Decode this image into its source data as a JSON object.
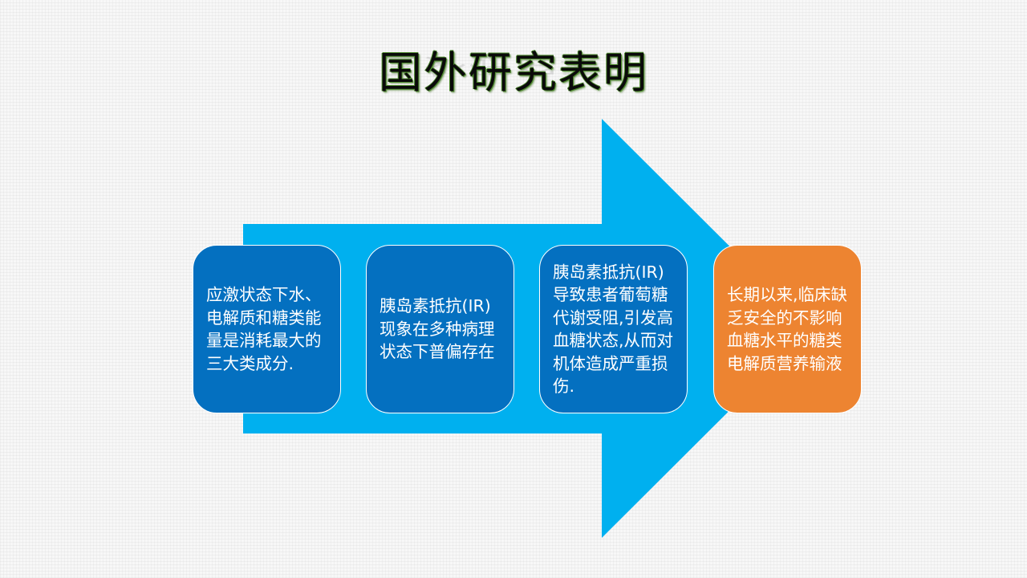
{
  "title": "国外研究表明",
  "colors": {
    "arrow": "#00b0ef",
    "box_blue": "#0470c0",
    "box_orange": "#ed8431",
    "title_glow": "#4e8a2e"
  },
  "diagram": {
    "type": "process-arrow",
    "steps": [
      {
        "text": "应激状态下水、电解质和糖类能量是消耗最大的三大类成分.",
        "color": "blue"
      },
      {
        "text": "胰岛素抵抗(IR)现象在多种病理状态下普偏存在",
        "color": "blue"
      },
      {
        "text": "胰岛素抵抗(IR)导致患者葡萄糖代谢受阻,引发高血糖状态,从而对机体造成严重损伤.",
        "color": "blue"
      },
      {
        "text": "长期以来,临床缺乏安全的不影响血糖水平的糖类电解质营养输液",
        "color": "orange"
      }
    ]
  }
}
